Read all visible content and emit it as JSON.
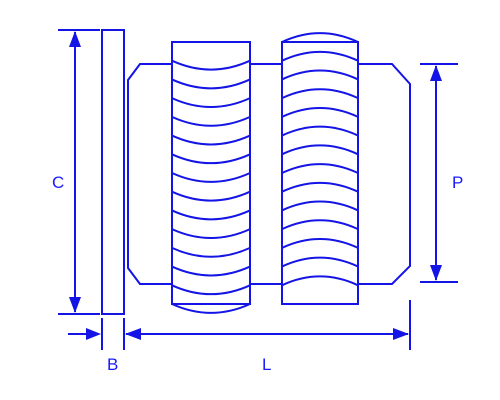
{
  "colors": {
    "line": "#1414e6",
    "label": "#1a1aff",
    "background": "#ffffff"
  },
  "labels": {
    "c": "C",
    "p": "P",
    "b": "B",
    "l": "L"
  }
}
